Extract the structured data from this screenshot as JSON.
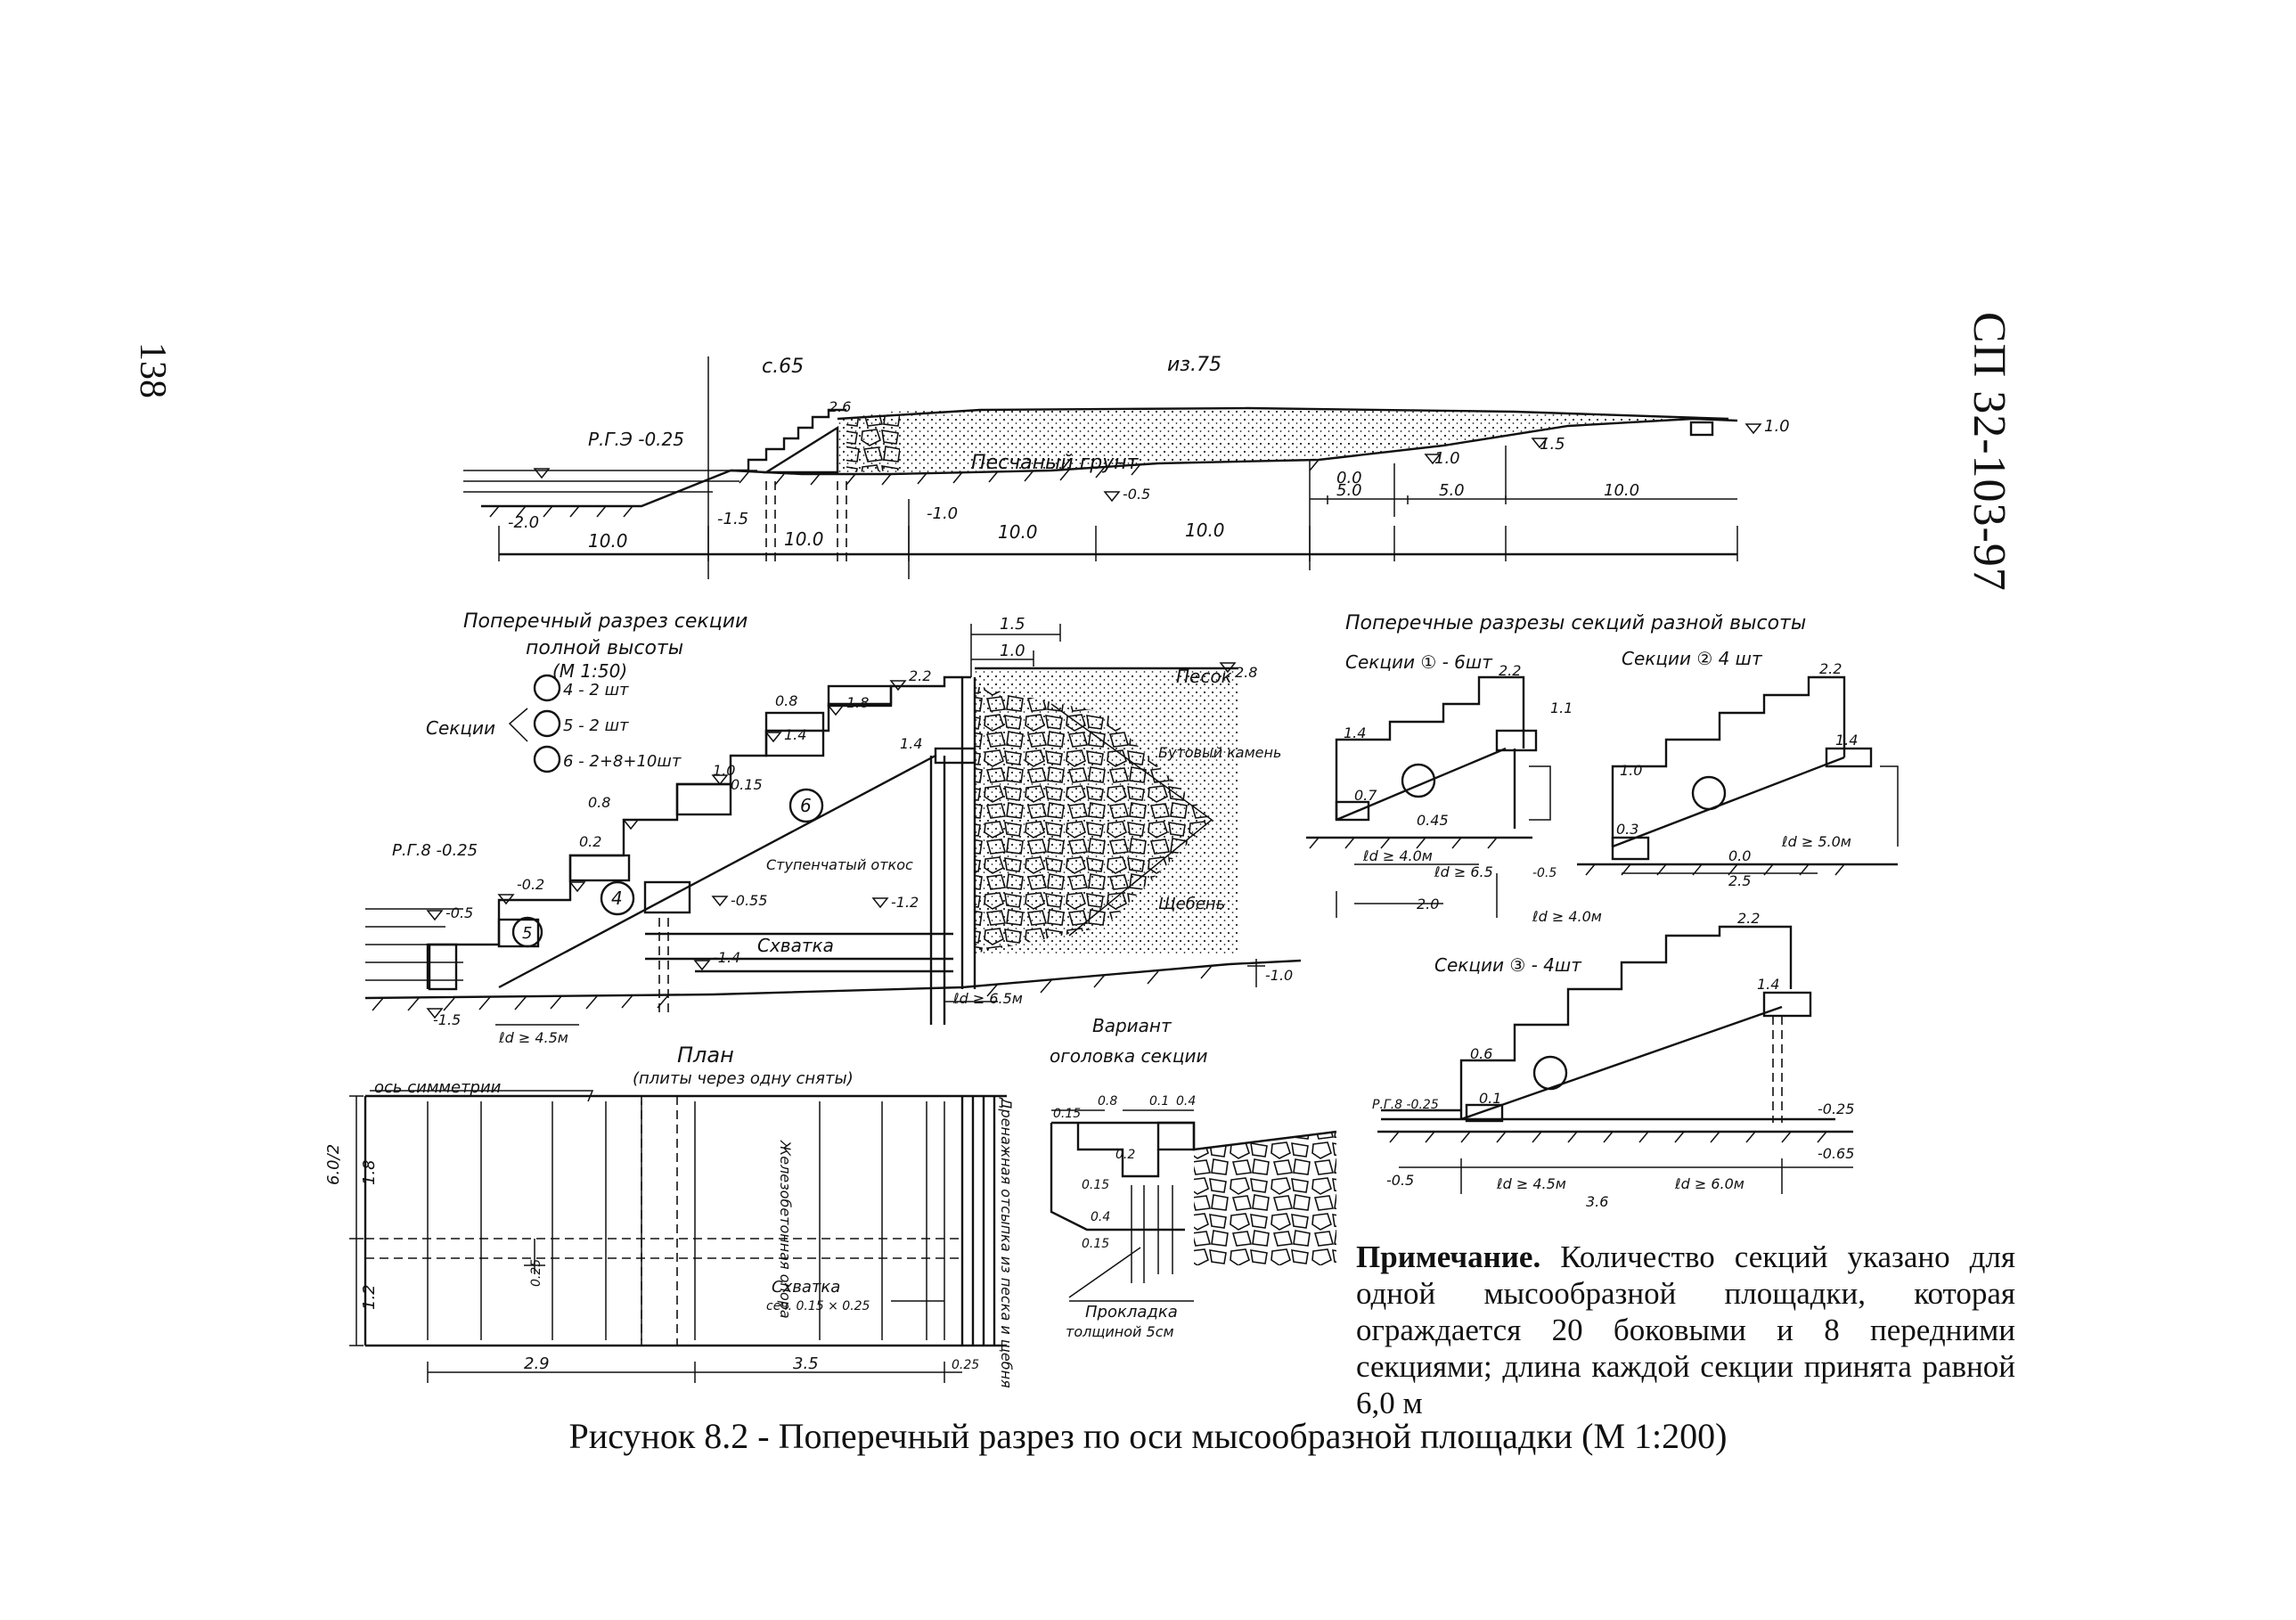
{
  "document": {
    "page_number": "138",
    "code": "СП 32-103-97",
    "caption": "Рисунок 8.2 - Поперечный разрез по оси мысообразной площадки (М 1:200)",
    "note_label": "Примечание.",
    "note_text": "Количество секций указано для одной мысообразной площадки, которая ограждается 20 боковыми и 8 передними секциями; длина каждой секции принята равной 6,0 м"
  },
  "main_section": {
    "top_dims": [
      "с.65",
      "из.75"
    ],
    "water_level": "Р.Г.Э -0.25",
    "material": "Песчаный грунт",
    "levels": [
      "2.6",
      "1.0",
      "1.5",
      "1.0",
      "0.0",
      "-0.5",
      "-1.0",
      "-1.5",
      "-2.0"
    ],
    "span_labels": [
      "5.0",
      "5.0",
      "10.0"
    ],
    "bottom_dims": [
      "10.0",
      "10.0",
      "10.0",
      "10.0"
    ]
  },
  "full_height": {
    "title_lines": [
      "Поперечный разрез секции",
      "полной высоты",
      "(М 1:50)"
    ],
    "sections_label": "Секции",
    "sections": [
      "4 - 2 шт",
      "5 - 2 шт",
      "6 - 2+8+10шт"
    ],
    "water_level": "Р.Г.8 -0.25",
    "top_dims": [
      "1.5",
      "1.0"
    ],
    "levels": [
      "2.2",
      "2.8",
      "1.8",
      "1.4",
      "1.4",
      "1.0",
      "0.8",
      "0.8",
      "0.2",
      "0.15",
      "-0.2",
      "-0.5",
      "-0.55",
      "-1.2",
      "-1.4",
      "-1.5",
      "-1.0"
    ],
    "labels": [
      "Песок",
      "Бутовый камень",
      "Щебень",
      "Ступенчатый откос",
      "Схватка",
      "6",
      "4",
      "5"
    ],
    "bottom_dim": "ℓd ≥ 4.5м",
    "bottom_dim_2": "ℓd ≥ 6.5м"
  },
  "different_heights": {
    "title": "Поперечные разрезы секций разной высоты",
    "sec1": {
      "label": "Секции ① - 6шт",
      "levels": [
        "2.2",
        "1.4",
        "1.1",
        "0.7",
        "0.45"
      ],
      "dims": [
        "ℓd ≥ 4.0м",
        "ℓd ≥ 6.5",
        "2.0",
        "-0.5"
      ]
    },
    "sec2": {
      "label": "Секции ② 4 шт",
      "levels": [
        "2.2",
        "1.4",
        "1.0",
        "0.3",
        "0.0"
      ],
      "dims": [
        "ℓd ≥ 5.0м",
        "2.5",
        "ℓd ≥ 4.0м"
      ]
    },
    "sec3": {
      "label": "Секции ③ - 4шт",
      "levels": [
        "2.2",
        "1.4",
        "0.6",
        "0.1",
        "-0.25",
        "-0.65",
        "-0.5"
      ],
      "water_level": "Р.Г.8 -0.25",
      "dims": [
        "ℓd ≥ 4.5м",
        "ℓd ≥ 6.0м",
        "3.6"
      ]
    }
  },
  "plan": {
    "title": "План",
    "subtitle": "(плиты через одну сняты)",
    "axis_label": "ось симметрии",
    "vertical_labels": [
      "Железобетонная опора",
      "Дренажная отсыпка из песка и щебня"
    ],
    "left_dims": [
      "6.0/2",
      "1.8",
      "1.2"
    ],
    "mid_dim": "0.25",
    "clamp_label": "Схватка",
    "clamp_note": "сеч. 0.15 × 0.25",
    "bottom_dims": [
      "2.9",
      "3.5",
      "0.25"
    ]
  },
  "variant": {
    "title_lines": [
      "Вариант",
      "оголовка секции"
    ],
    "dims": [
      "0.15",
      "0.8",
      "0.1",
      "0.4",
      "0.15",
      "0.4",
      "0.2",
      "0.15"
    ],
    "pad_lines": [
      "Прокладка",
      "толщиной 5см"
    ]
  }
}
